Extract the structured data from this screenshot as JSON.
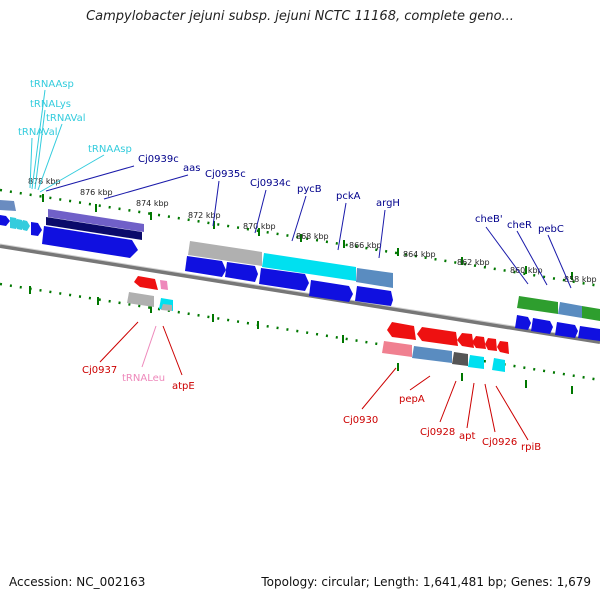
{
  "title": "Campylobacter jejuni subsp. jejuni NCTC 11168, complete geno...",
  "footer": {
    "accession": "Accession: NC_002163",
    "topology": "Topology: circular; Length: 1,641,481 bp; Genes: 1,679"
  },
  "colors": {
    "forward_label": "#00008b",
    "reverse_label": "#cc0000",
    "trna_forward": "#33ccdd",
    "trna_reverse": "#ee88bb",
    "tick": "#007700",
    "backbone": "#777777"
  },
  "kbp_ticks": [
    "878 kbp",
    "876 kbp",
    "874 kbp",
    "872 kbp",
    "870 kbp",
    "868 kbp",
    "866 kbp",
    "864 kbp",
    "862 kbp",
    "860 kbp",
    "858 kbp"
  ],
  "forward_labels": [
    {
      "key": "trnaasp1",
      "text": "tRNAAsp",
      "kind": "trna"
    },
    {
      "key": "trnalys",
      "text": "tRNALys",
      "kind": "trna"
    },
    {
      "key": "trnaval1",
      "text": "tRNAVal",
      "kind": "trna"
    },
    {
      "key": "trnaval2",
      "text": "tRNAVal",
      "kind": "trna"
    },
    {
      "key": "trnaasp2",
      "text": "tRNAAsp",
      "kind": "trna"
    },
    {
      "key": "cj0939c",
      "text": "Cj0939c",
      "kind": "gene"
    },
    {
      "key": "aas",
      "text": "aas",
      "kind": "gene"
    },
    {
      "key": "cj0935c",
      "text": "Cj0935c",
      "kind": "gene"
    },
    {
      "key": "cj0934c",
      "text": "Cj0934c",
      "kind": "gene"
    },
    {
      "key": "pycb",
      "text": "pycB",
      "kind": "gene"
    },
    {
      "key": "pcka",
      "text": "pckA",
      "kind": "gene"
    },
    {
      "key": "argh",
      "text": "argH",
      "kind": "gene"
    },
    {
      "key": "cheb",
      "text": "cheB'",
      "kind": "gene"
    },
    {
      "key": "cher",
      "text": "cheR",
      "kind": "gene"
    },
    {
      "key": "pebc",
      "text": "pebC",
      "kind": "gene"
    }
  ],
  "reverse_labels": [
    {
      "key": "cj0937",
      "text": "Cj0937",
      "kind": "gene"
    },
    {
      "key": "trnaleu",
      "text": "tRNALeu",
      "kind": "trna"
    },
    {
      "key": "atpe",
      "text": "atpE",
      "kind": "gene"
    },
    {
      "key": "cj0930",
      "text": "Cj0930",
      "kind": "gene"
    },
    {
      "key": "pepa",
      "text": "pepA",
      "kind": "gene"
    },
    {
      "key": "cj0928",
      "text": "Cj0928",
      "kind": "gene"
    },
    {
      "key": "apt",
      "text": "apt",
      "kind": "gene"
    },
    {
      "key": "cj0926",
      "text": "Cj0926",
      "kind": "gene"
    },
    {
      "key": "rpib",
      "text": "rpiB",
      "kind": "gene"
    }
  ]
}
